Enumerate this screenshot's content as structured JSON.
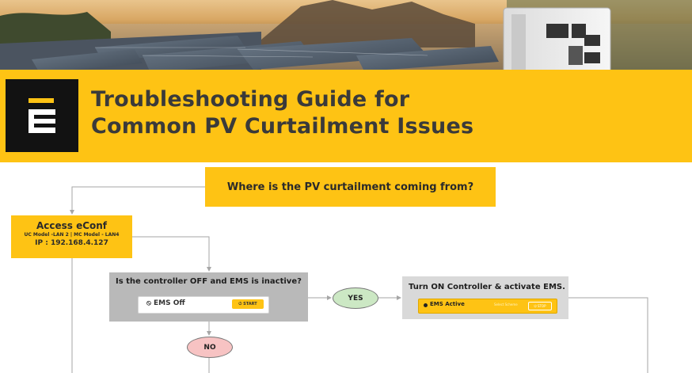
{
  "header": {
    "title_line1": "Troubleshooting Guide for",
    "title_line2": "Common PV Curtailment Issues",
    "logo_icon": "e-logo-icon",
    "brand_color": "#fec314"
  },
  "flow": {
    "main_question": "Where is the PV curtailment coming from?",
    "access": {
      "title": "Access eConf",
      "models": "UC Model -LAN 2 | MC Model - LAN4",
      "ip": "IP : 192.168.4.127"
    },
    "controller_question": {
      "prefix": "Is the controller ",
      "off": "OFF",
      "middle": " and EMS is ",
      "inactive": "inactive",
      "suffix": "?",
      "chip_label": "EMS Off",
      "start_label": "START"
    },
    "yes_label": "YES",
    "no_label": "NO",
    "action": {
      "prefix": "Turn ",
      "on": "ON",
      "middle": " Controller & ",
      "activate": "activate",
      "suffix": " EMS.",
      "chip_label": "EMS Active",
      "select_label": "Select Scheme",
      "stop_label": "STOP"
    }
  }
}
